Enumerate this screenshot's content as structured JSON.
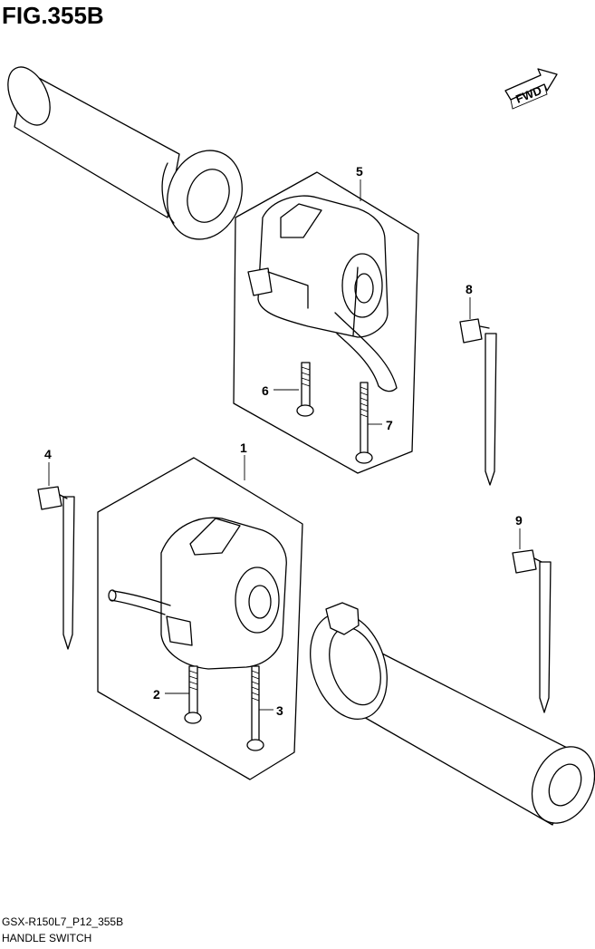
{
  "figure": {
    "title": "FIG.355B"
  },
  "fwd_label": "FWD",
  "callouts": [
    {
      "id": "1",
      "label": "1"
    },
    {
      "id": "2",
      "label": "2"
    },
    {
      "id": "3",
      "label": "3"
    },
    {
      "id": "4",
      "label": "4"
    },
    {
      "id": "5",
      "label": "5"
    },
    {
      "id": "6",
      "label": "6"
    },
    {
      "id": "7",
      "label": "7"
    },
    {
      "id": "8",
      "label": "8"
    },
    {
      "id": "9",
      "label": "9"
    }
  ],
  "footer": {
    "code": "GSX-R150L7_P12_355B",
    "description": "HANDLE SWITCH"
  }
}
